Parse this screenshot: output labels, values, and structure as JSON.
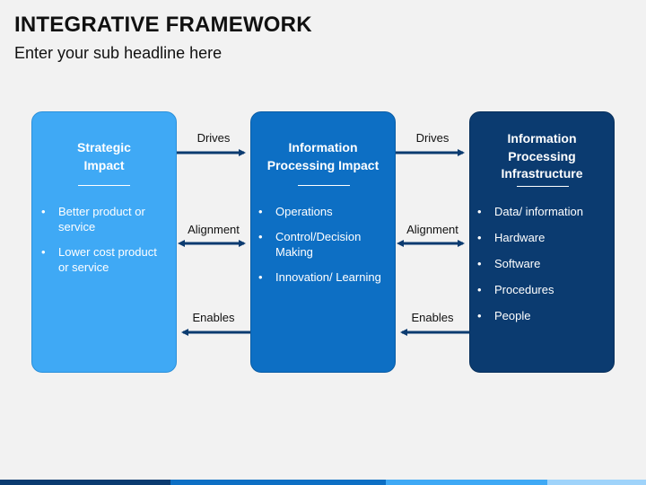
{
  "header": {
    "title": "INTEGRATIVE FRAMEWORK",
    "subtitle": "Enter your sub headline here"
  },
  "boxes": [
    {
      "title_lines": [
        "Strategic",
        "Impact"
      ],
      "items": [
        "Better product or service",
        "Lower cost product or service"
      ]
    },
    {
      "title_lines": [
        "Information",
        "Processing Impact"
      ],
      "items": [
        "Operations",
        "Control/Decision Making",
        "Innovation/ Learning"
      ]
    },
    {
      "title_lines": [
        "Information",
        "Processing",
        "Infrastructure"
      ],
      "items": [
        "Data/ information",
        "Hardware",
        "Software",
        "Procedures",
        "People"
      ]
    }
  ],
  "connectors": {
    "left": {
      "drives": "Drives",
      "alignment": "Alignment",
      "enables": "Enables"
    },
    "right": {
      "drives": "Drives",
      "alignment": "Alignment",
      "enables": "Enables"
    }
  },
  "colors": {
    "box1": "#3fa9f5",
    "box2": "#0d6fc4",
    "box3": "#0b3b70",
    "arrow": "#0b3b70"
  }
}
